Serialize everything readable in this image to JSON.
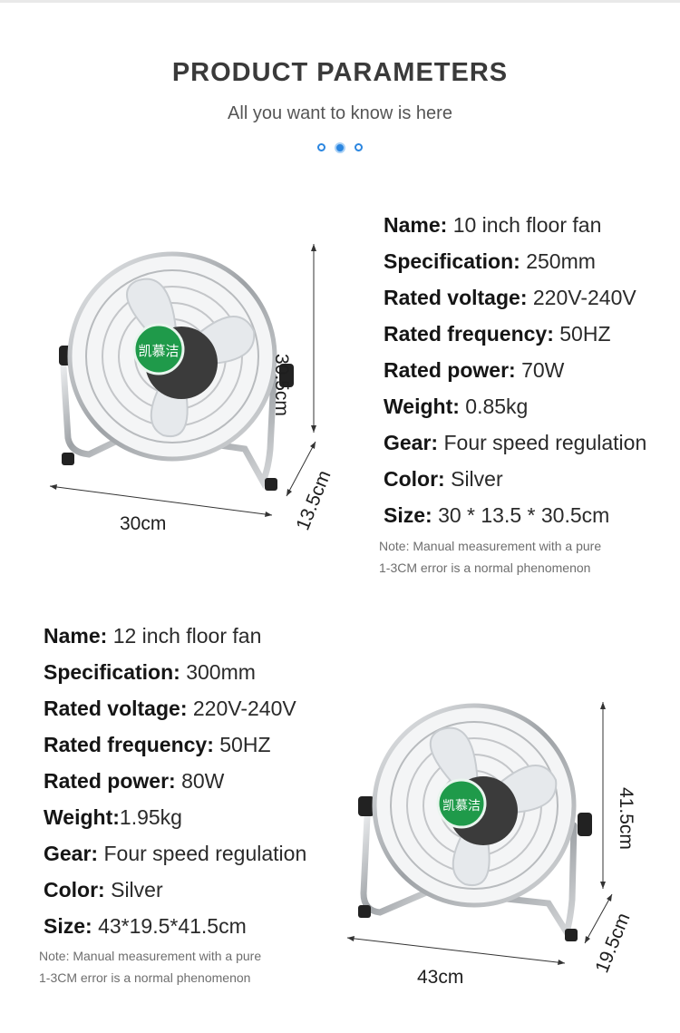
{
  "header": {
    "title": "PRODUCT PARAMETERS",
    "subtitle": "All you want to know is here"
  },
  "colors": {
    "accent": "#2b86e0",
    "badge": "#1f9a4a",
    "chrome": "#b9bcc0"
  },
  "products": [
    {
      "specs": [
        {
          "key": "Name:",
          "value": " 10 inch floor fan"
        },
        {
          "key": "Specification:",
          "value": " 250mm"
        },
        {
          "key": "Rated voltage:",
          "value": " 220V-240V"
        },
        {
          "key": "Rated frequency:",
          "value": " 50HZ"
        },
        {
          "key": "Rated power:",
          "value": " 70W"
        },
        {
          "key": "Weight:",
          "value": " 0.85kg"
        },
        {
          "key": "Gear:",
          "value": " Four speed regulation"
        },
        {
          "key": "Color:",
          "value": " Silver"
        },
        {
          "key": "Size:",
          "value": " 30 * 13.5 * 30.5cm"
        }
      ],
      "note": [
        "Note: Manual measurement with a pure",
        "1-3CM error is a normal phenomenon"
      ],
      "dimensions": {
        "width": "30cm",
        "depth": "13.5cm",
        "height": "30.5cm"
      },
      "badge_text": "凯慕洁"
    },
    {
      "specs": [
        {
          "key": "Name:",
          "value": " 12 inch floor fan"
        },
        {
          "key": "Specification:",
          "value": " 300mm"
        },
        {
          "key": "Rated voltage:",
          "value": " 220V-240V"
        },
        {
          "key": "Rated frequency:",
          "value": " 50HZ"
        },
        {
          "key": "Rated power:",
          "value": " 80W"
        },
        {
          "key": "Weight:",
          "value": "1.95kg"
        },
        {
          "key": "Gear:",
          "value": " Four speed regulation"
        },
        {
          "key": "Color:",
          "value": " Silver"
        },
        {
          "key": "Size:",
          "value": " 43*19.5*41.5cm"
        }
      ],
      "note": [
        "Note: Manual measurement with a pure",
        "1-3CM error is a normal phenomenon"
      ],
      "dimensions": {
        "width": "43cm",
        "depth": "19.5cm",
        "height": "41.5cm"
      },
      "badge_text": "凯慕洁"
    }
  ]
}
